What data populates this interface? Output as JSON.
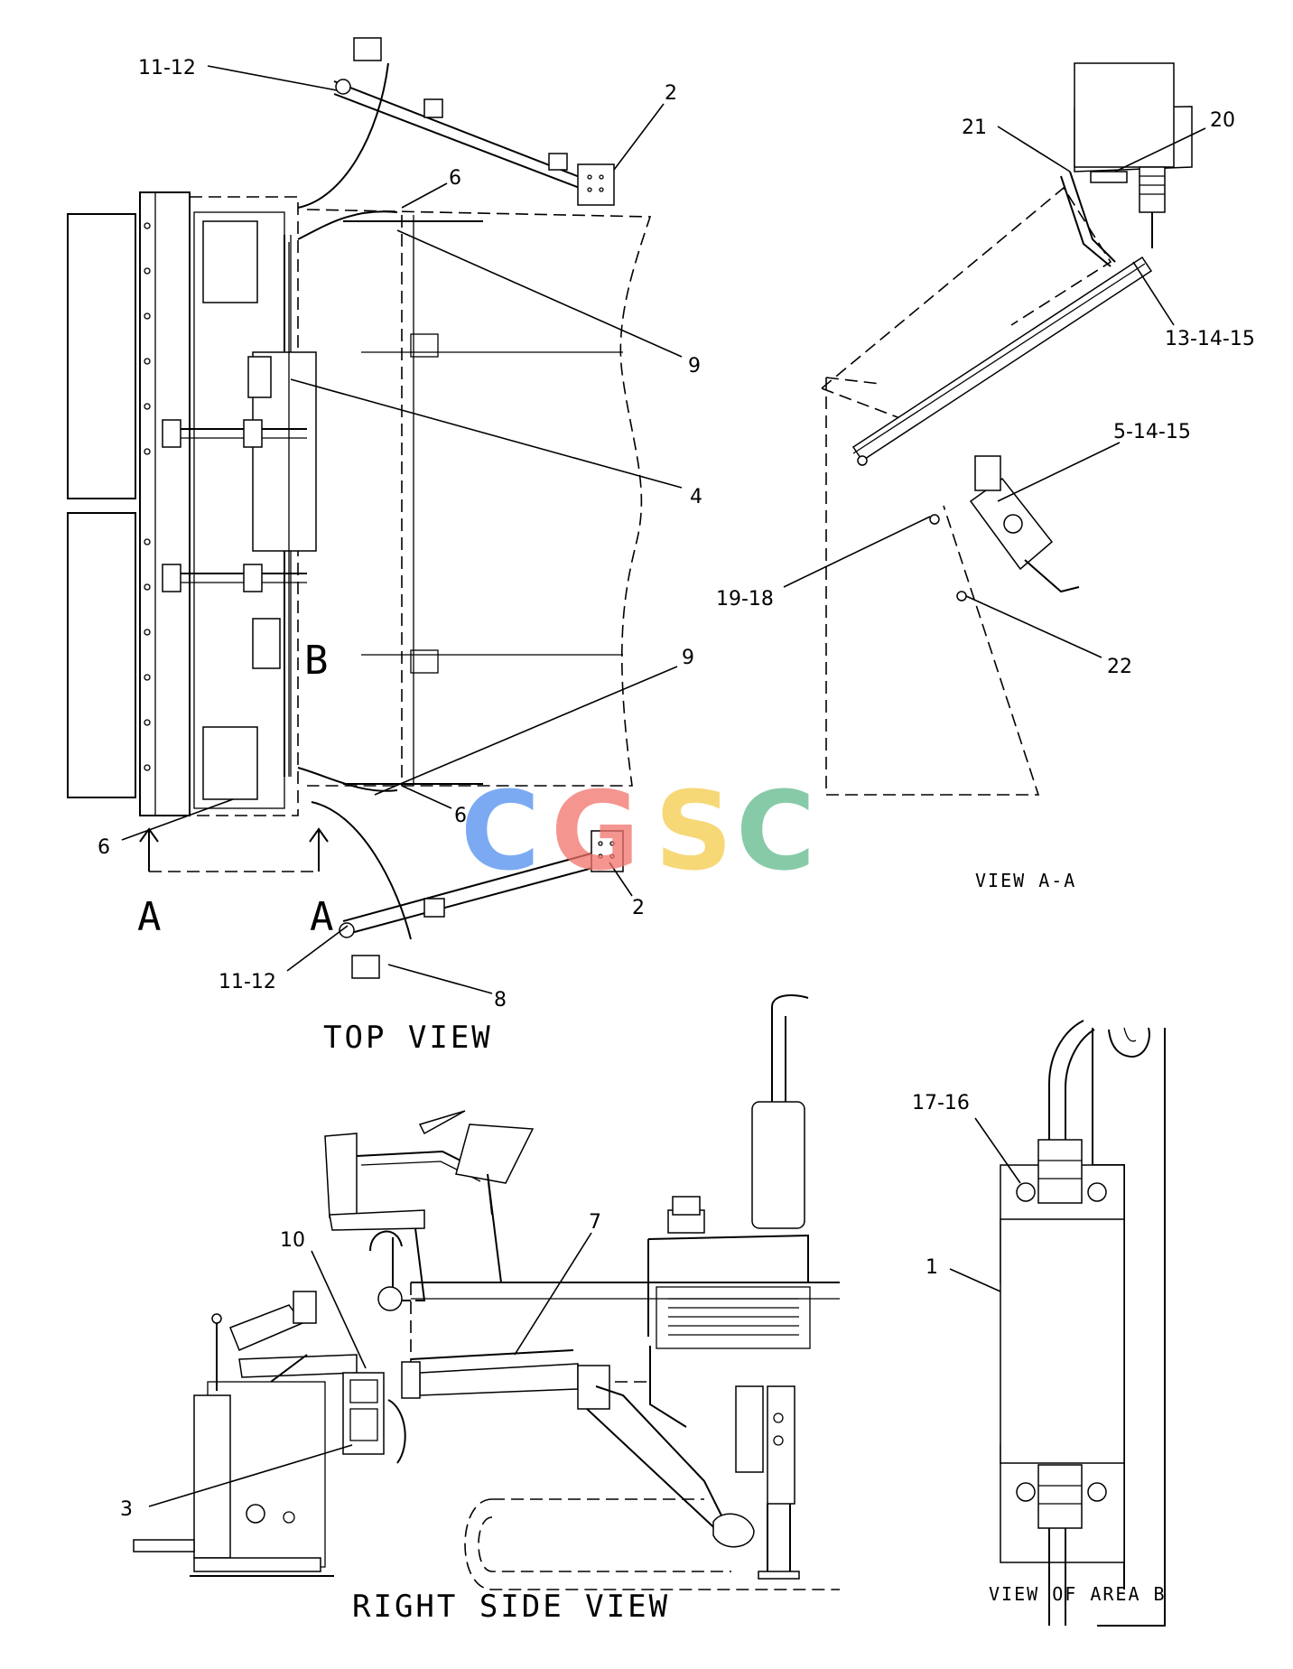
{
  "views": {
    "top": "TOP VIEW",
    "right_side": "RIGHT SIDE VIEW",
    "section_aa": "VIEW A-A",
    "area_b": "VIEW OF AREA B"
  },
  "section_markers": {
    "a_left": "A",
    "a_right": "A",
    "b": "B"
  },
  "callouts": {
    "c_11_12_top": "11-12",
    "c_2_top": "2",
    "c_6_top": "6",
    "c_9_top": "9",
    "c_4": "4",
    "c_9_bottom": "9",
    "c_6_left": "6",
    "c_6_bottom": "6",
    "c_2_bottom": "2",
    "c_11_12_bottom": "11-12",
    "c_8": "8",
    "c_21": "21",
    "c_20": "20",
    "c_13_14_15": "13-14-15",
    "c_5_14_15": "5-14-15",
    "c_19_18": "19-18",
    "c_22": "22",
    "c_10": "10",
    "c_7": "7",
    "c_3": "3",
    "c_17_16": "17-16",
    "c_1": "1"
  },
  "watermark": {
    "letters": [
      "C",
      "G",
      "S",
      "C"
    ],
    "colors": [
      "#4f8ef0",
      "#f2726a",
      "#f5cc4a",
      "#5fb98a"
    ]
  }
}
